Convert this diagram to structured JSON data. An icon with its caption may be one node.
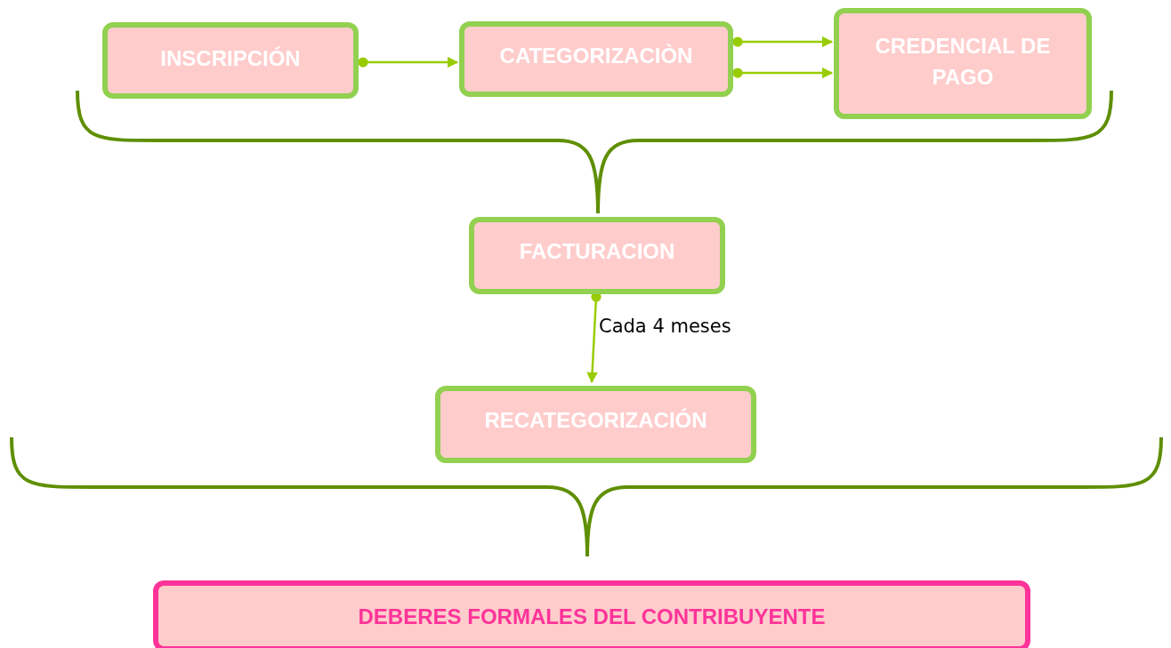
{
  "diagram": {
    "nodes": [
      {
        "text": [
          "INSCRIPCIÓN"
        ]
      },
      {
        "text": [
          "CATEGORIZACIÒN"
        ]
      },
      {
        "text": [
          "CREDENCIAL DE PAGO"
        ]
      },
      {
        "text": [
          "FACTURACION"
        ]
      },
      {
        "text": [
          "RECATEGORIZACIÓN"
        ]
      },
      {
        "text": [
          "DEBERES FORMALES DEL CONTRIBUYENTE"
        ]
      }
    ],
    "edges": [
      {
        "from": 0,
        "to": 1,
        "arrow": "to"
      },
      {
        "from": 1,
        "to": 2,
        "arrow": "to"
      },
      {
        "from": 1,
        "to": 2,
        "arrow": "to"
      },
      {
        "from": 3,
        "to": 4,
        "arrow": "to",
        "label": "Cada 4 meses"
      }
    ]
  }
}
